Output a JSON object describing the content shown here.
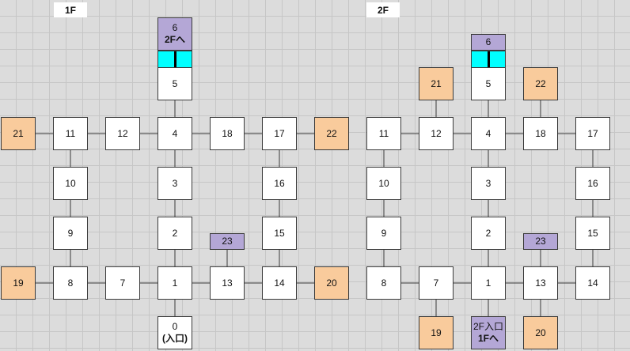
{
  "floors": [
    {
      "label": "1F",
      "rooms": {
        "r0": {
          "label": "0",
          "sub": "(入口)"
        },
        "r1": {
          "label": "1"
        },
        "r2": {
          "label": "2"
        },
        "r3": {
          "label": "3"
        },
        "r4": {
          "label": "4"
        },
        "r5": {
          "label": "5"
        },
        "r6": {
          "label": "6",
          "sub": "2Fへ"
        },
        "r7": {
          "label": "7"
        },
        "r8": {
          "label": "8"
        },
        "r9": {
          "label": "9"
        },
        "r10": {
          "label": "10"
        },
        "r11": {
          "label": "11"
        },
        "r12": {
          "label": "12"
        },
        "r13": {
          "label": "13"
        },
        "r14": {
          "label": "14"
        },
        "r15": {
          "label": "15"
        },
        "r16": {
          "label": "16"
        },
        "r17": {
          "label": "17"
        },
        "r18": {
          "label": "18"
        },
        "r19": {
          "label": "19"
        },
        "r20": {
          "label": "20"
        },
        "r21": {
          "label": "21"
        },
        "r22": {
          "label": "22"
        },
        "r23": {
          "label": "23"
        }
      }
    },
    {
      "label": "2F",
      "rooms": {
        "r1": {
          "label": "1",
          "sub": "2F入口",
          "sub2": "1Fへ"
        },
        "r2": {
          "label": "2"
        },
        "r3": {
          "label": "3"
        },
        "r4": {
          "label": "4"
        },
        "r5": {
          "label": "5"
        },
        "r6": {
          "label": "6"
        },
        "r7": {
          "label": "7"
        },
        "r8": {
          "label": "8"
        },
        "r9": {
          "label": "9"
        },
        "r10": {
          "label": "10"
        },
        "r11": {
          "label": "11"
        },
        "r12": {
          "label": "12"
        },
        "r13": {
          "label": "13"
        },
        "r14": {
          "label": "14"
        },
        "r15": {
          "label": "15"
        },
        "r16": {
          "label": "16"
        },
        "r17": {
          "label": "17"
        },
        "r18": {
          "label": "18"
        },
        "r19": {
          "label": "19"
        },
        "r20": {
          "label": "20"
        },
        "r21": {
          "label": "21"
        },
        "r22": {
          "label": "22"
        },
        "r23": {
          "label": "23"
        }
      }
    }
  ],
  "colors": {
    "room": "#ffffff",
    "special_room": "#f9cb9c",
    "stair_room": "#b4a7d6",
    "stairs": "#00ffff",
    "grid_background": "#dcdcdc"
  }
}
